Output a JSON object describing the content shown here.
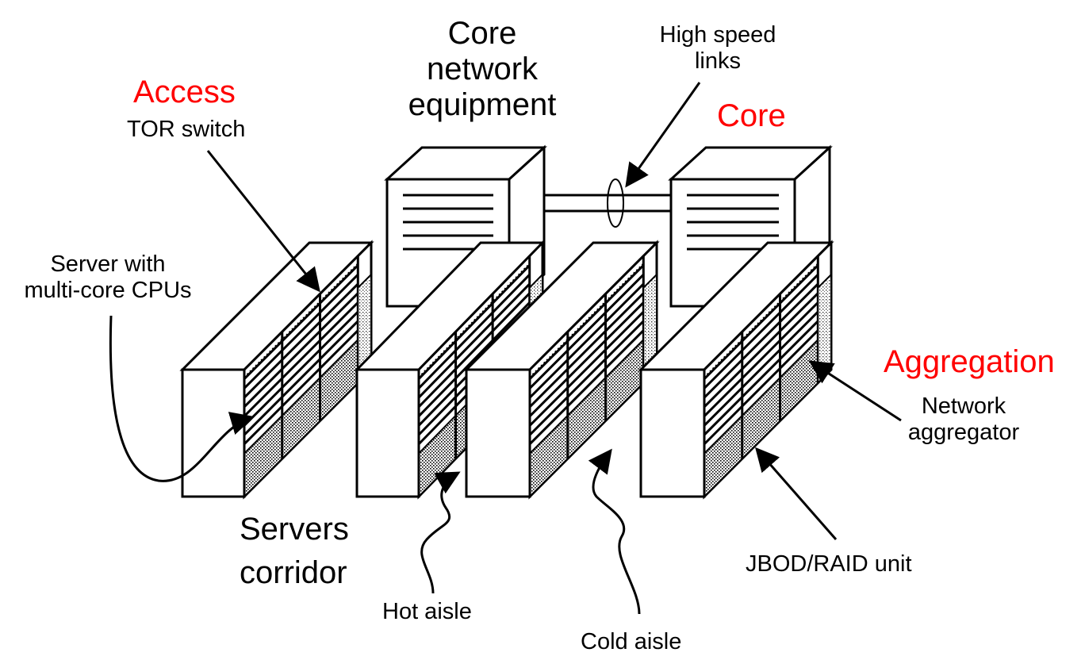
{
  "labels": {
    "core_equipment": [
      "Core",
      "network",
      "equipment"
    ],
    "high_speed_links": [
      "High speed",
      "links"
    ],
    "access": "Access",
    "tor_switch": "TOR switch",
    "core": "Core",
    "server_multicore": [
      "Server with",
      "multi-core CPUs"
    ],
    "aggregation": "Aggregation",
    "network_aggregator": [
      "Network",
      "aggregator"
    ],
    "servers_corridor": [
      "Servers",
      "corridor"
    ],
    "jbod_raid": "JBOD/RAID unit",
    "hot_aisle": "Hot aisle",
    "cold_aisle": "Cold aisle"
  },
  "colors": {
    "line": "#000000",
    "category": "#ff0000",
    "background": "#ffffff"
  }
}
